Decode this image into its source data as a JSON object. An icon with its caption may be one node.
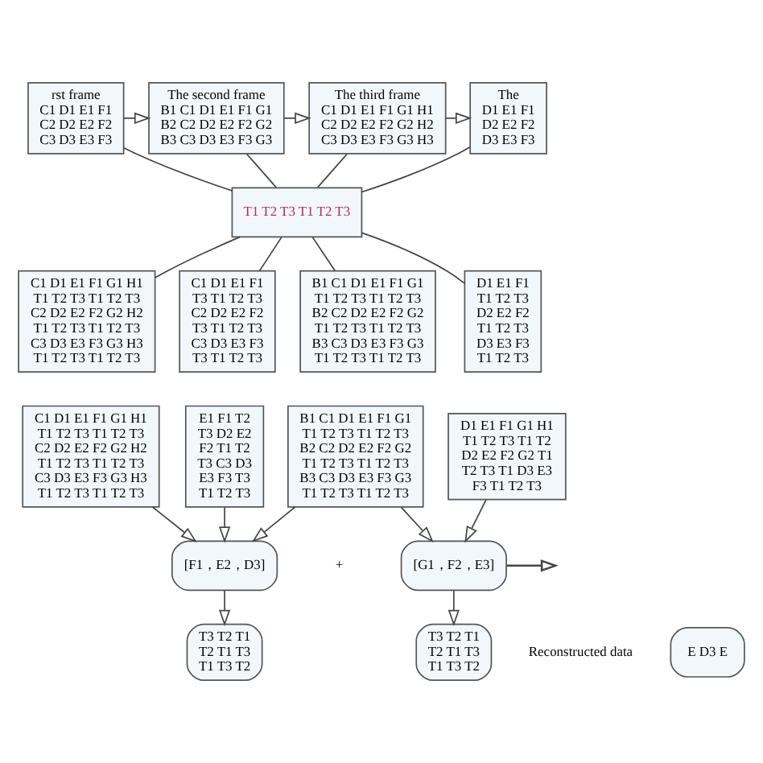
{
  "diagram": {
    "nodes": [
      {
        "text": [
          "rst frame",
          "C1 D1 E1 F1 C2 D2 E2 F2 C3 D3 E3 F3"
        ]
      },
      {
        "text": [
          "The second frame",
          "B1 C1 D1 E1 F1 G1 B2 C2 D2 E2 F2 G2 B3 C3 D3 E3 F3 G3"
        ]
      },
      {
        "text": [
          "The third frame",
          "C1 D1 E1 F1 G1 H1 C2 D2 E2 F2 G2 H2 C3 D3 E3 F3 G3 H3"
        ]
      },
      {
        "text": [
          "The",
          "D1 E1 F1 D2 E2 F2 D3 E3 F3"
        ]
      },
      {
        "text": [
          "T1 T2 T3 T1 T2 T3"
        ]
      },
      {
        "text": [
          "C1 D1 E1 F1 T3 T1 T2 T3 C2 D2 E2 F2 T3 T1 T2 T3 C3 D3 E3 F3 T3 T1 T2 T3"
        ]
      },
      {
        "text": [
          "B1 C1 D1 E1 F1 G1 T1 T2 T3 T1 T2 T3 B2 C2 D2 E2 F2 G2 T1 T2 T3 T1 T2 T3 B3 C3 D3 E3 F3 G3 T1 T2 T3 T1 T2 T3"
        ]
      },
      {
        "text": [
          "C1 D1 E1 F1 G1 H1 T1 T2 T3 T1 T2 T3 C2 D2 E2 F2 G2 H2 T1 T2 T3 T1 T2 T3 C3 D3 E3 F3 G3 H3 T1 T2 T3 T1 T2 T3"
        ]
      },
      {
        "text": [
          "D1 E1 F1 T1 T2 T3 D2 E2 F2 T1 T2 T3 D3 E3 F3 T1 T2 T3"
        ]
      },
      {
        "text": [
          "E1 F1 T2 T3 D2 E2 F2 T1 T2 T3 C3 D3 E3 F3 T3 T1 T2 T3"
        ]
      },
      {
        "text": [
          "B1 C1 D1 E1 F1 G1 T1 T2 T3 T1 T2 T3 B2 C2 D2 E2 F2 G2 T1 T2 T3 T1 T2 T3 B3 C3 D3 E3 F3 G3 T1 T2 T3 T1 T2 T3"
        ]
      },
      {
        "text": [
          "C1 D1 E1 F1 G1 H1 T1 T2 T3 T1 T2 T3 C2 D2 E2 F2 G2 H2 T1 T2 T3 T1 T2 T3 C3 D3 E3 F3 G3 H3 T1 T2 T3 T1 T2 T3"
        ]
      },
      {
        "text": [
          "D1 E1 F1 G1 H1 T1 T2 T3 T1 T2 D2 E2 F2 G2 T1 T2 T3 T1 D3 E3 F3 T1 T2 T3"
        ]
      },
      {
        "text": [
          "[F1，E2，D3]"
        ]
      },
      {
        "text": [
          "[G1，F2，E3]"
        ]
      },
      {
        "text": [
          "T3 T2 T1 T2 T1 T3 T1 T3 T2"
        ]
      },
      {
        "text": [
          "T3 T2 T1 T2 T1 T3 T1 T3 T2"
        ]
      },
      {
        "text": [
          "E D3 E"
        ]
      }
    ],
    "edges": [
      {
        "from": 0,
        "to": 1,
        "arrow": "to"
      },
      {
        "from": 1,
        "to": 2,
        "arrow": "to"
      },
      {
        "from": 2,
        "to": 3,
        "arrow": "to"
      },
      {
        "from": 0,
        "to": 4,
        "arrow": "none"
      },
      {
        "from": 1,
        "to": 4,
        "arrow": "none"
      },
      {
        "from": 2,
        "to": 4,
        "arrow": "none"
      },
      {
        "from": 3,
        "to": 4,
        "arrow": "none"
      },
      {
        "from": 4,
        "to": 5,
        "arrow": "none"
      },
      {
        "from": 4,
        "to": 6,
        "arrow": "none"
      },
      {
        "from": 4,
        "to": 7,
        "arrow": "none"
      },
      {
        "from": 4,
        "to": 8,
        "arrow": "none"
      },
      {
        "from": 9,
        "to": 13,
        "arrow": "to"
      },
      {
        "from": 10,
        "to": 13,
        "arrow": "to"
      },
      {
        "from": 11,
        "to": 13,
        "arrow": "to"
      },
      {
        "from": 10,
        "to": 14,
        "arrow": "to"
      },
      {
        "from": 12,
        "to": 14,
        "arrow": "to"
      },
      {
        "from": 14,
        "to": null,
        "arrow": "to"
      },
      {
        "from": 13,
        "to": 15,
        "arrow": "to"
      },
      {
        "from": 14,
        "to": 16,
        "arrow": "to"
      }
    ],
    "labels": [
      "+",
      "Reconstructed data"
    ]
  }
}
